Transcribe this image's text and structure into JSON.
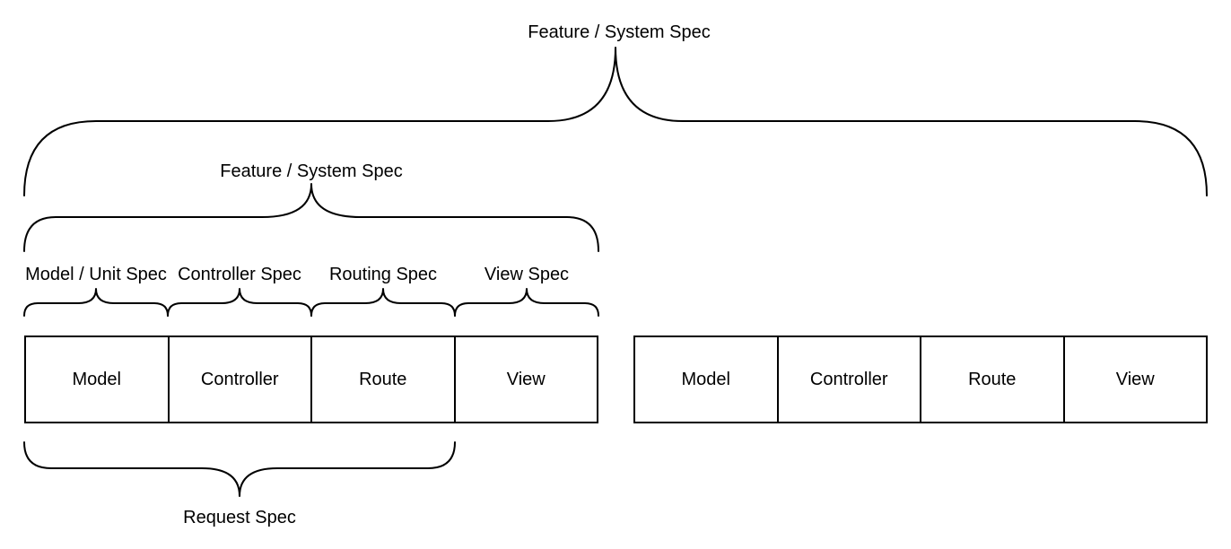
{
  "diagram": {
    "title_top": "Feature / System Spec",
    "title_mid": "Feature / System Spec",
    "spec_labels": [
      "Model / Unit Spec",
      "Controller Spec",
      "Routing Spec",
      "View Spec"
    ],
    "request_label": "Request Spec",
    "left_boxes": [
      "Model",
      "Controller",
      "Route",
      "View"
    ],
    "right_boxes": [
      "Model",
      "Controller",
      "Route",
      "View"
    ],
    "colors": {
      "stroke": "#000000",
      "text": "#000000",
      "background": "#ffffff"
    }
  }
}
